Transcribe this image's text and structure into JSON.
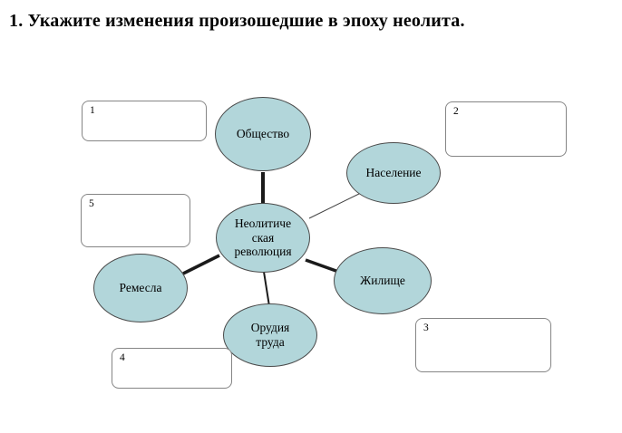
{
  "title": "1. Укажите изменения произошедшие в эпоху неолита.",
  "diagram": {
    "center": {
      "label": "Неолитиче\nская\nреволюция"
    },
    "nodes": {
      "society": {
        "label": "Общество"
      },
      "population": {
        "label": "Население"
      },
      "dwelling": {
        "label": "Жилище"
      },
      "tools": {
        "label": "Орудия\nтруда"
      },
      "crafts": {
        "label": "Ремесла"
      }
    },
    "edges": [
      {
        "from": "Неолитическая революция",
        "to": "Общество"
      },
      {
        "from": "Неолитическая революция",
        "to": "Население"
      },
      {
        "from": "Неолитическая революция",
        "to": "Жилище"
      },
      {
        "from": "Неолитическая революция",
        "to": "Орудия труда"
      },
      {
        "from": "Неолитическая революция",
        "to": "Ремесла"
      }
    ],
    "answer_boxes": {
      "box1": {
        "number": "1"
      },
      "box2": {
        "number": "2"
      },
      "box3": {
        "number": "3"
      },
      "box4": {
        "number": "4"
      },
      "box5": {
        "number": "5"
      }
    }
  },
  "colors": {
    "node_fill": "#b2d6da",
    "node_border": "#4a4a4a",
    "box_border": "#858585",
    "line_color": "#1a1a1a"
  }
}
